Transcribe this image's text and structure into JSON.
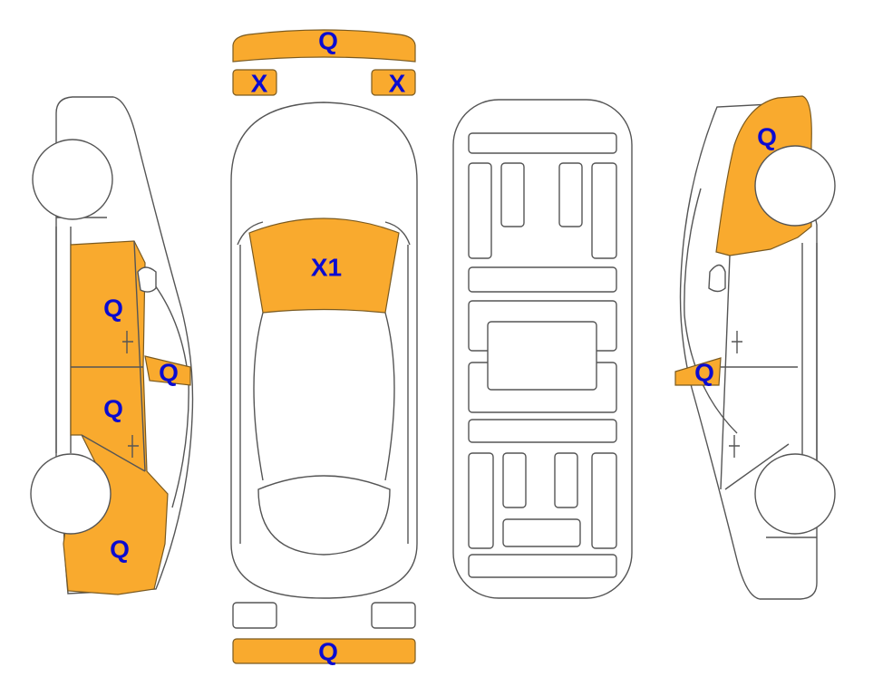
{
  "colors": {
    "damage_fill": "#F9AA2E",
    "label": "#0B0BD0",
    "outline": "#555555"
  },
  "marks": {
    "front_bumper": "Q",
    "front_left_light": "X",
    "front_right_light": "X",
    "windshield": "X1",
    "left_front_door": "Q",
    "left_mirror": "Q",
    "left_rear_door": "Q",
    "left_rear_fender": "Q",
    "right_rear_fender": "Q",
    "right_mirror": "Q",
    "rear_bumper": "Q"
  }
}
